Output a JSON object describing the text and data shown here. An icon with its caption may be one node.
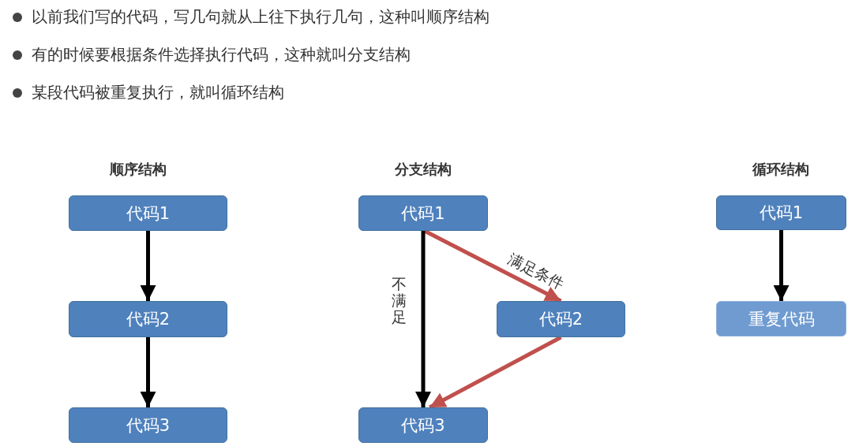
{
  "diagram": {
    "nodes": [
      {
        "text": [
          "代码1"
        ]
      },
      {
        "text": [
          "代码2"
        ]
      },
      {
        "text": [
          "代码3"
        ]
      },
      {
        "text": [
          "代码1"
        ]
      },
      {
        "text": [
          "代码2"
        ]
      },
      {
        "text": [
          "代码3"
        ]
      },
      {
        "text": [
          "代码1"
        ]
      },
      {
        "text": [
          "重复代码"
        ]
      }
    ],
    "edges": [
      {
        "from": 0,
        "to": 1,
        "arrow": "to"
      },
      {
        "from": 1,
        "to": 2,
        "arrow": "to"
      },
      {
        "from": 3,
        "to": 4,
        "arrow": "to",
        "label": "满足条件",
        "color": "#c0504d"
      },
      {
        "from": 3,
        "to": 5,
        "arrow": "to",
        "label": "不满足"
      },
      {
        "from": 4,
        "to": 5,
        "arrow": "to",
        "color": "#c0504d"
      },
      {
        "from": 6,
        "to": 7,
        "arrow": "to"
      }
    ],
    "labels": [
      "以前我们写的代码，写几句就从上往下执行几句，这种叫顺序结构",
      "有的时候要根据条件选择执行代码，这种就叫分支结构",
      "某段代码被重复执行，就叫循环结构",
      "顺序结构",
      "分支结构",
      "循环结构"
    ]
  }
}
